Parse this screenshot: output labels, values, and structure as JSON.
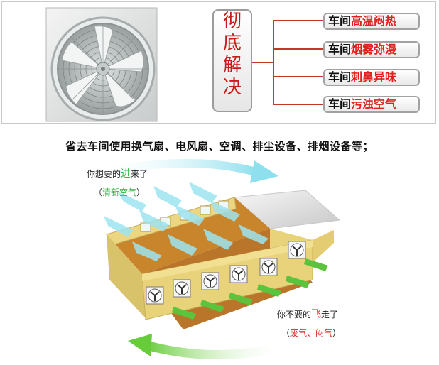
{
  "solve": {
    "chars": [
      "彻",
      "底",
      "解",
      "决"
    ]
  },
  "problems": [
    {
      "prefix": "车间",
      "highlight": "高温闷热"
    },
    {
      "prefix": "车间",
      "highlight": "烟雾弥漫"
    },
    {
      "prefix": "车间",
      "highlight": "刺鼻异味"
    },
    {
      "prefix": "车间",
      "highlight": "污浊空气"
    }
  ],
  "headline": "省去车间使用换气扇、电风扇、空调、排尘设备、排烟设备等；",
  "incoming": {
    "before": "你想要的",
    "highlight": "进",
    "after": "来了",
    "sub_open": "（",
    "sub_text": "清新空气",
    "sub_close": "）"
  },
  "outgoing": {
    "before": "你不要的",
    "highlight": "飞",
    "after": "走了",
    "sub_open": "（",
    "sub_text": "废气、闷气",
    "sub_close": "）"
  },
  "colors": {
    "accent_red": "#e02020",
    "accent_green": "#3bb54a",
    "fresh_air": "#8fe0ee",
    "wall": "#e8d27a",
    "floor": "#c9852c"
  }
}
